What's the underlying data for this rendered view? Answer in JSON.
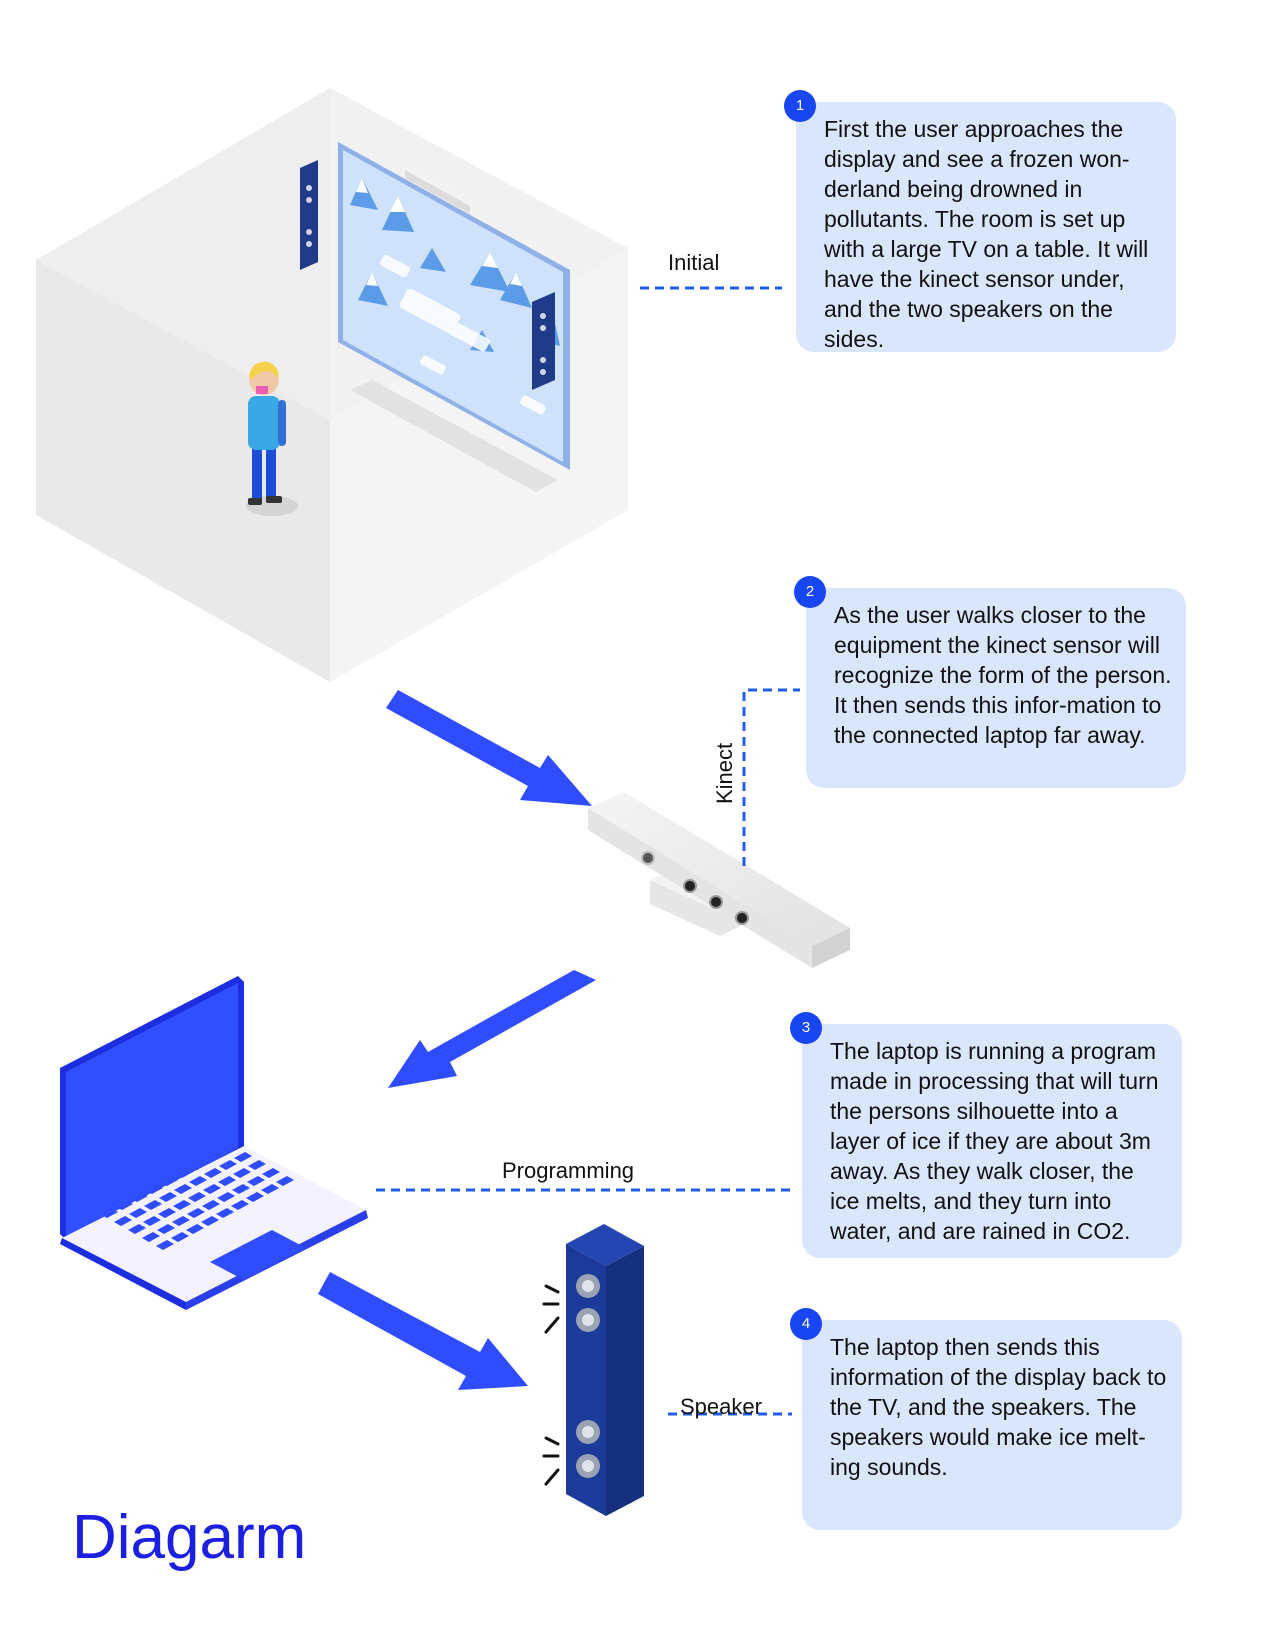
{
  "title": "Diagarm",
  "colors": {
    "accent": "#1846f2",
    "box_bg": "#d9e6fd",
    "dashed_line": "#1f5ce8",
    "arrow": "#2f4cff",
    "title": "#1b20e0"
  },
  "steps": [
    {
      "number": "1",
      "label": "Initial",
      "text": "First the user approaches the display and see a frozen won-derland being drowned in pollutants. The room is set up with a large TV on a table. It will have the kinect sensor under, and the two speakers on the sides."
    },
    {
      "number": "2",
      "label": "Kinect",
      "text": "As the user walks closer to the equipment the kinect sensor will recognize the form of the person. It then sends this infor-mation to the connected laptop far away."
    },
    {
      "number": "3",
      "label": "Programming",
      "text": "The laptop is running a program made in processing that will turn the persons silhouette into a layer of ice if they are about 3m away. As they walk closer, the ice melts, and they turn into water, and are rained in CO2."
    },
    {
      "number": "4",
      "label": "Speaker",
      "text": "The laptop then sends this information of the display back to the TV, and the speakers. The speakers would make ice melt-ing sounds."
    }
  ],
  "illustrations": [
    {
      "name": "room-with-tv",
      "icon": "isometric-room-icon"
    },
    {
      "name": "kinect-sensor",
      "icon": "kinect-icon"
    },
    {
      "name": "laptop",
      "icon": "laptop-icon"
    },
    {
      "name": "speaker",
      "icon": "speaker-icon"
    }
  ]
}
